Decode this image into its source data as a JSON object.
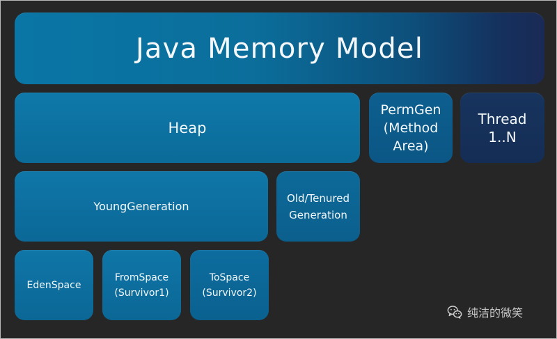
{
  "title": "Java Memory Model",
  "heap": "Heap",
  "permgen": {
    "line1": "PermGen",
    "line2": "(Method",
    "line3": "Area)"
  },
  "thread": {
    "line1": "Thread",
    "line2": "1..N"
  },
  "young_generation": "YoungGeneration",
  "old_generation": {
    "line1": "Old/Tenured",
    "line2": "Generation"
  },
  "eden_space": "EdenSpace",
  "from_space": {
    "line1": "FromSpace",
    "line2": "(Survivor1)"
  },
  "to_space": {
    "line1": "ToSpace",
    "line2": "(Survivor2)"
  },
  "watermark": {
    "icon": "wechat-icon",
    "text": "纯洁的微笑"
  }
}
